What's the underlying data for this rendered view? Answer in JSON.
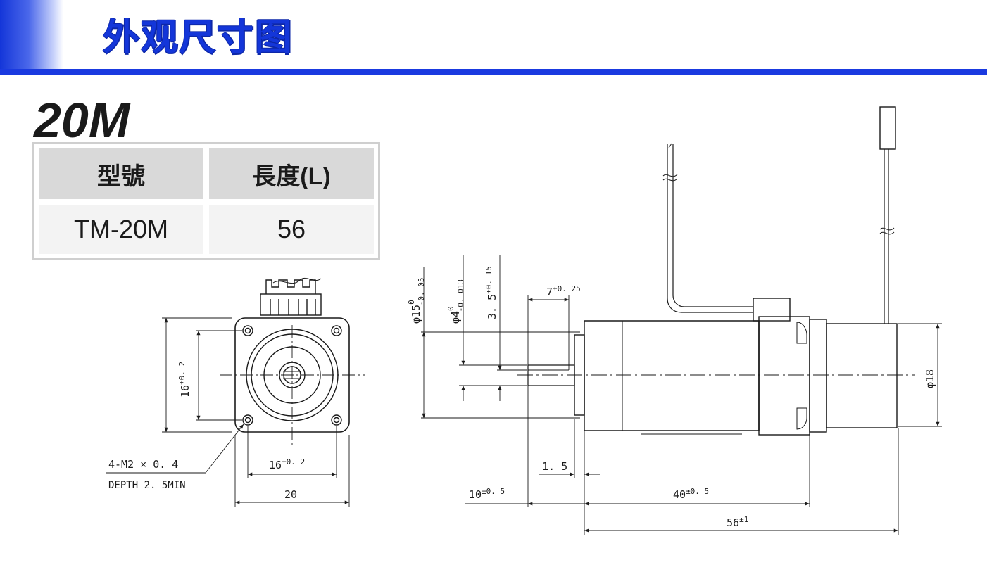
{
  "header": {
    "title": "外观尺寸图"
  },
  "model_title": "20M",
  "spec_table": {
    "headers": [
      "型號",
      "長度(L)"
    ],
    "rows": [
      [
        "TM-20M",
        "56"
      ]
    ]
  },
  "front_view": {
    "dim_vertical": {
      "value": "16",
      "tol": "±0. 2"
    },
    "dim_horizontal": {
      "value": "16",
      "tol": "±0. 2"
    },
    "dim_width": "20",
    "thread_callout": "4-M2 × 0. 4",
    "depth_callout": "DEPTH 2. 5MIN"
  },
  "side_view": {
    "dia_flange": {
      "value": "φ15",
      "tol_upper": "0",
      "tol_lower": "-0. 05"
    },
    "dia_shaft": {
      "value": "φ4",
      "tol_upper": "0",
      "tol_lower": "-0. 013"
    },
    "flat": {
      "value": "3. 5",
      "tol": "±0. 15"
    },
    "flat_length": {
      "value": "7",
      "tol": "±0. 25"
    },
    "pilot": "1. 5",
    "shaft_length": {
      "value": "10",
      "tol": "±0. 5"
    },
    "body_length": {
      "value": "40",
      "tol": "±0. 5"
    },
    "total_length": {
      "value": "56",
      "tol": "±1"
    },
    "dia_encoder": "φ18"
  }
}
